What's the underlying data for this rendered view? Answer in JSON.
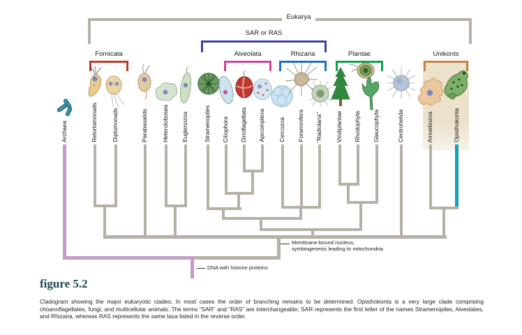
{
  "figure": {
    "eukarya_label": "Eukarya",
    "sar_label": "SAR or RAS",
    "clades": [
      {
        "name": "Fornicata"
      },
      {
        "name": "Alveolata"
      },
      {
        "name": "Rhizaria"
      },
      {
        "name": "Plantae"
      },
      {
        "name": "Unikonts"
      }
    ],
    "taxa": [
      {
        "name": "Archaea"
      },
      {
        "name": "Retortamonads"
      },
      {
        "name": "Diplomonads"
      },
      {
        "name": "Parabasalids"
      },
      {
        "name": "Heterolobosea"
      },
      {
        "name": "Euglenozoa"
      },
      {
        "name": "Stramenopiles"
      },
      {
        "name": "Ciliophora"
      },
      {
        "name": "Dinoflagellata"
      },
      {
        "name": "Apicomplexa"
      },
      {
        "name": "Cercozoa"
      },
      {
        "name": "Foraminifera"
      },
      {
        "name": "\"Radiolaria\""
      },
      {
        "name": "Viridiplantae"
      },
      {
        "name": "Rhodophyta"
      },
      {
        "name": "Glaucophyta"
      },
      {
        "name": "Centrohelida"
      },
      {
        "name": "Amoebozoa"
      },
      {
        "name": "Opisthokonta"
      }
    ],
    "annotations": {
      "nucleus_line1": "Membrane-bound nucleus,",
      "nucleus_line2": "symbiogenesis leading to mitochondria",
      "dna": "DNA with histone proteins"
    },
    "colors": {
      "branch": "#b5b1a6",
      "archaea_line": "#c59cc8",
      "opisthokonta_line": "#16a1b6",
      "fornicata": "#bf3a28",
      "sar_bracket": "#3c3f9b",
      "alveolata": "#cc4399",
      "rhizaria": "#1f6ec6",
      "plantae": "#0fa152",
      "unikonts": "#c8824a",
      "unikonts_panel": "#ece2cc",
      "figure_title": "#1a4553"
    }
  },
  "caption": {
    "title": "figure 5.2",
    "body": "Cladogram showing the major eukaryotic clades; In most cases the order of branching remains to be determined. Opisthokonta is a very large clade comprising choanoflagellates, fungi, and multicellular animals. The terms “SAR” and “RAS” are interchangeable; SAR represents the first letter of the names Stramenopiles, Alveolates, and Rhizaria, whereas RAS represents the same taxa listed in the reverse order."
  }
}
